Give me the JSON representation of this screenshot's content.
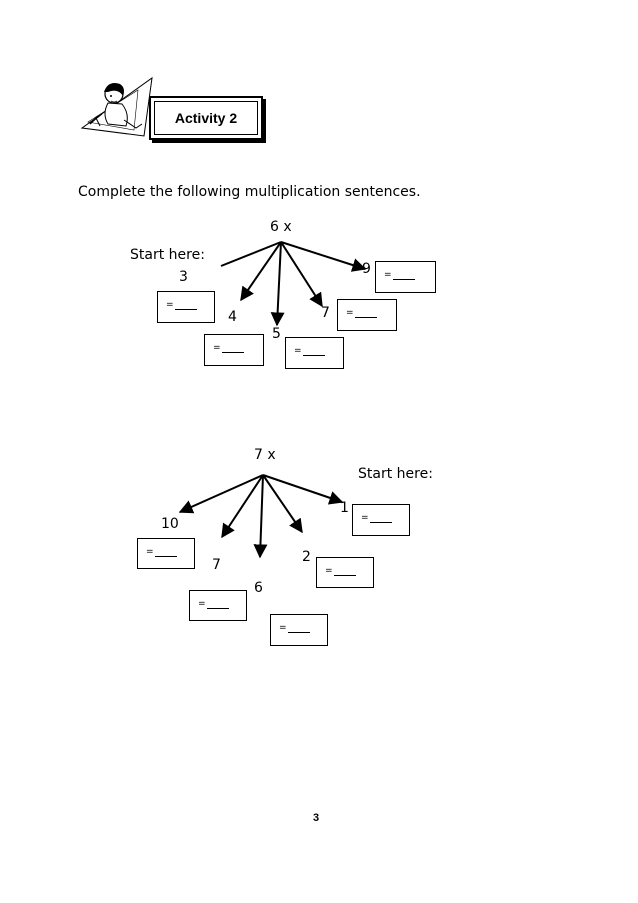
{
  "activity_title": "Activity 2",
  "instruction": "Complete the following multiplication sentences.",
  "answer_prefix": "=",
  "diagram1": {
    "hub": "6 x",
    "start": "Start here:",
    "numbers": [
      "3",
      "4",
      "5",
      "7",
      "9"
    ]
  },
  "diagram2": {
    "hub": "7 x",
    "start": "Start here:",
    "numbers": [
      "1",
      "2",
      "6",
      "7",
      "10"
    ]
  },
  "page_number": "3"
}
